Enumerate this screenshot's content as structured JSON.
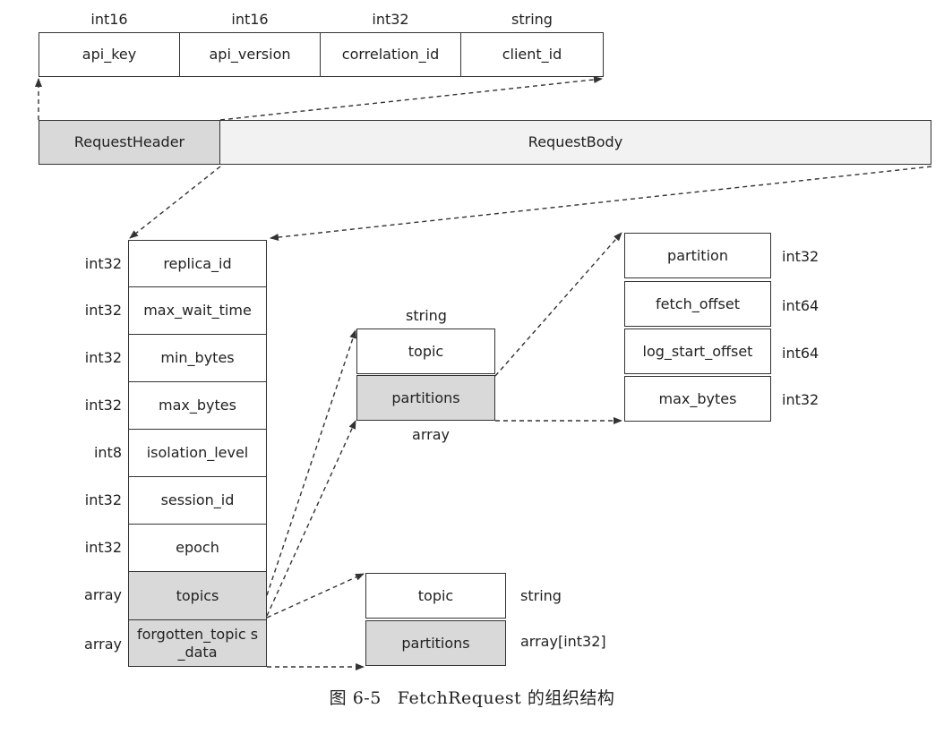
{
  "header_fields": [
    {
      "name": "api_key",
      "type": "int16"
    },
    {
      "name": "api_version",
      "type": "int16"
    },
    {
      "name": "correlation_id",
      "type": "int32"
    },
    {
      "name": "client_id",
      "type": "string"
    }
  ],
  "request": {
    "header": "RequestHeader",
    "body": "RequestBody"
  },
  "body_fields": [
    {
      "name": "replica_id",
      "type": "int32"
    },
    {
      "name": "max_wait_time",
      "type": "int32"
    },
    {
      "name": "min_bytes",
      "type": "int32"
    },
    {
      "name": "max_bytes",
      "type": "int32"
    },
    {
      "name": "isolation_level",
      "type": "int8"
    },
    {
      "name": "session_id",
      "type": "int32"
    },
    {
      "name": "epoch",
      "type": "int32"
    },
    {
      "name": "topics",
      "type": "array"
    },
    {
      "name": "forgotten_topic s_data",
      "type": "array"
    }
  ],
  "topics_item": {
    "topic": {
      "name": "topic",
      "type": "string"
    },
    "partitions": {
      "name": "partitions",
      "type": "array"
    }
  },
  "partition_fields": [
    {
      "name": "partition",
      "type": "int32"
    },
    {
      "name": "fetch_offset",
      "type": "int64"
    },
    {
      "name": "log_start_offset",
      "type": "int64"
    },
    {
      "name": "max_bytes",
      "type": "int32"
    }
  ],
  "forgotten_item": [
    {
      "name": "topic",
      "type": "string"
    },
    {
      "name": "partitions",
      "type": "array[int32]"
    }
  ],
  "caption": {
    "figure": "图 6-5",
    "title": "FetchRequest 的组织结构"
  },
  "colors": {
    "shaded": "#d9d9d9",
    "line": "#333333"
  }
}
